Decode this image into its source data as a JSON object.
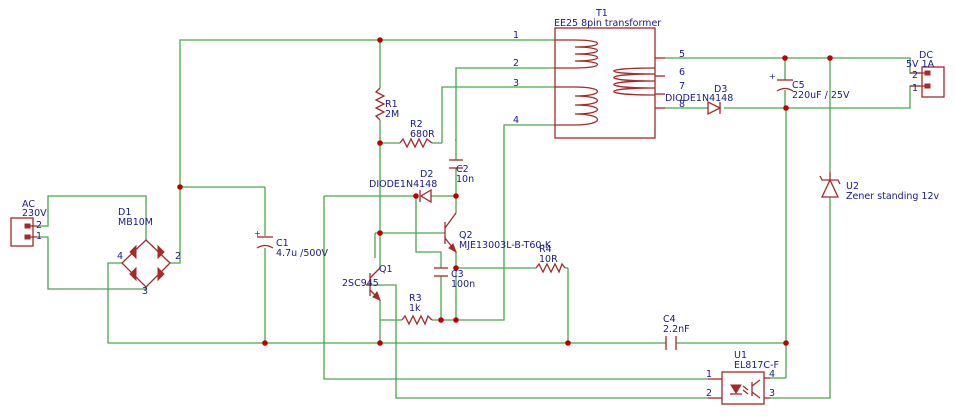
{
  "connectors": {
    "ac": {
      "ref": "AC",
      "value": "230V",
      "pin2": "2",
      "pin1": "1"
    },
    "dc": {
      "ref": "DC",
      "value": "5V 1A",
      "pin2": "2",
      "pin1": "1"
    }
  },
  "components": {
    "d1": {
      "ref": "D1",
      "value": "MB10M",
      "pin4": "4",
      "pin2": "2",
      "pin3": "3"
    },
    "c1": {
      "ref": "C1",
      "value": "4.7u /500V"
    },
    "r1": {
      "ref": "R1",
      "value": "2M"
    },
    "r2": {
      "ref": "R2",
      "value": "680R"
    },
    "d2": {
      "ref": "D2",
      "value": "DIODE1N4148"
    },
    "c2": {
      "ref": "C2",
      "value": "10n"
    },
    "q2": {
      "ref": "Q2",
      "value": "MJE13003L-B-T60-K"
    },
    "c3": {
      "ref": "C3",
      "value": "100n"
    },
    "r4": {
      "ref": "R4",
      "value": "10R"
    },
    "q1": {
      "ref": "Q1",
      "value": "2SC945"
    },
    "r3": {
      "ref": "R3",
      "value": "1k"
    },
    "c4": {
      "ref": "C4",
      "value": "2.2nF"
    },
    "t1": {
      "ref": "T1",
      "value": "EE25 8pin transformer",
      "pins": [
        "1",
        "2",
        "3",
        "4",
        "5",
        "6",
        "7",
        "8"
      ]
    },
    "d3": {
      "ref": "D3",
      "value": "DIODE1N4148"
    },
    "c5": {
      "ref": "C5",
      "value": "220uF / 25V"
    },
    "u2": {
      "ref": "U2",
      "value": "Zener standing 12v"
    },
    "u1": {
      "ref": "U1",
      "value": "EL817C-F",
      "pins": [
        "1",
        "2",
        "3",
        "4"
      ]
    }
  },
  "colors": {
    "wire": "#4aa64a",
    "component": "#a52a2a",
    "label": "#1a1a8c",
    "junction": "#c00000"
  }
}
